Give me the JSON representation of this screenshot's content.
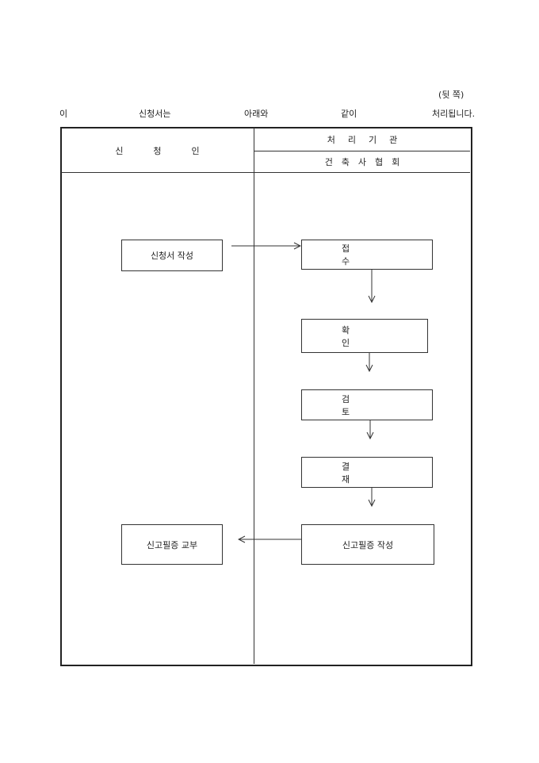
{
  "page_label": "(뒷 쪽)",
  "intro": {
    "words": [
      "이",
      "신청서는",
      "아래와",
      "같이",
      "처리됩니다."
    ]
  },
  "table": {
    "applicant_header": "신청인",
    "processor_header": "처리기관",
    "processor_name": "건축사협회"
  },
  "flow": {
    "applicant_steps": [
      "신청서 작성",
      "신고필증 교부"
    ],
    "processor_steps": [
      "접수",
      "확인",
      "검토",
      "결재",
      "신고필증 작성"
    ]
  }
}
